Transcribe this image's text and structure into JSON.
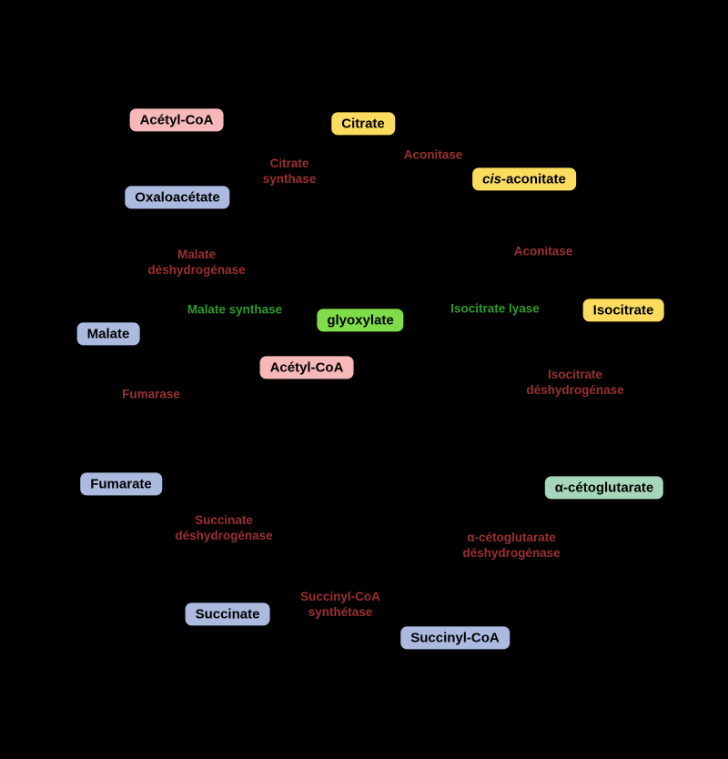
{
  "palette": {
    "background": "#000000",
    "box_pink": "#f6b8b8",
    "box_yellow": "#fcdc5f",
    "box_blue": "#abbade",
    "box_green": "#80dd4a",
    "box_teal": "#a6d7bc",
    "box_text": "#000000",
    "enzyme_red": "#9b3030",
    "enzyme_green": "#2e9b2e"
  },
  "metabolites": {
    "acetyl_coa_top": {
      "label": "Acétyl-CoA"
    },
    "citrate": {
      "label": "Citrate"
    },
    "cis_aconitate": {
      "italic_part": "cis",
      "rest": "-aconitate"
    },
    "oxaloacetate": {
      "label": "Oxaloacétate"
    },
    "isocitrate": {
      "label": "Isocitrate"
    },
    "glyoxylate": {
      "label": "glyoxylate"
    },
    "malate": {
      "label": "Malate"
    },
    "acetyl_coa_mid": {
      "label": "Acétyl-CoA"
    },
    "fumarate": {
      "label": "Fumarate"
    },
    "alpha_cetoglutarate": {
      "label": "α-cétoglutarate"
    },
    "succinate": {
      "label": "Succinate"
    },
    "succinyl_coa": {
      "label": "Succinyl-CoA"
    }
  },
  "enzymes": {
    "citrate_synthase": {
      "label": "Citrate\nsynthase"
    },
    "aconitase_1": {
      "label": "Aconitase"
    },
    "aconitase_2": {
      "label": "Aconitase"
    },
    "malate_deshydrogenase": {
      "label": "Malate\ndéshydrogénase"
    },
    "malate_synthase": {
      "label": "Malate synthase"
    },
    "isocitrate_lyase": {
      "label": "Isocitrate lyase"
    },
    "fumarase": {
      "label": "Fumarase"
    },
    "isocitrate_deshydrogenase": {
      "label": "Isocitrate\ndéshydrogénase"
    },
    "succinate_deshydrogenase": {
      "label": "Succinate\ndéshydrogénase"
    },
    "alpha_cetoglutarate_deshydrogenase": {
      "label": "α-cétoglutarate\ndéshydrogénase"
    },
    "succinyl_coa_synthetase": {
      "label": "Succinyl-CoA\nsynthétase"
    }
  }
}
